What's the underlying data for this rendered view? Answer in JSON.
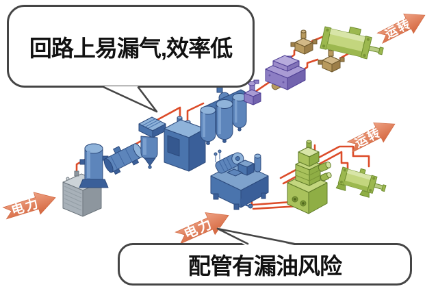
{
  "bubbles": {
    "pneumatic_issue": "回路上易漏气,效率低",
    "hydraulic_issue": "配管有漏油风险"
  },
  "arrows": {
    "power": "电力",
    "run": "运转"
  },
  "colors": {
    "pipe_red": "#dc4b28",
    "arrow_orange": "#dd7950",
    "equipment_blue": "#4a74ad",
    "equipment_green": "#aec45e",
    "equipment_purple": "#8d7ec4",
    "equipment_tan": "#b89a5e",
    "bubble_border": "#454545"
  }
}
